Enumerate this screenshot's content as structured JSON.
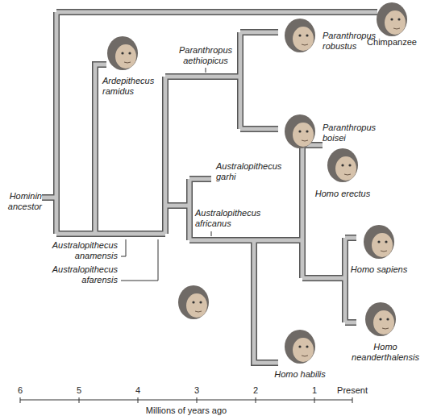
{
  "diagram": {
    "labels": [
      "Chimpanzee",
      "Hominin ancestor",
      "Ardepithecus ramidus",
      "Paranthropus aethiopicus",
      "Paranthropus robustus",
      "Paranthropus boisei",
      "Australopithecus anamensis",
      "Australopithecus afarensis",
      "Australopithecus garhi",
      "Homo erectus",
      "Australopithecus africanus",
      "Homo sapiens",
      "Homo neanderthalensis",
      "Homo habilis",
      "6",
      "5",
      "4",
      "3",
      "2",
      "1",
      "Present",
      "Millions of years ago"
    ]
  }
}
